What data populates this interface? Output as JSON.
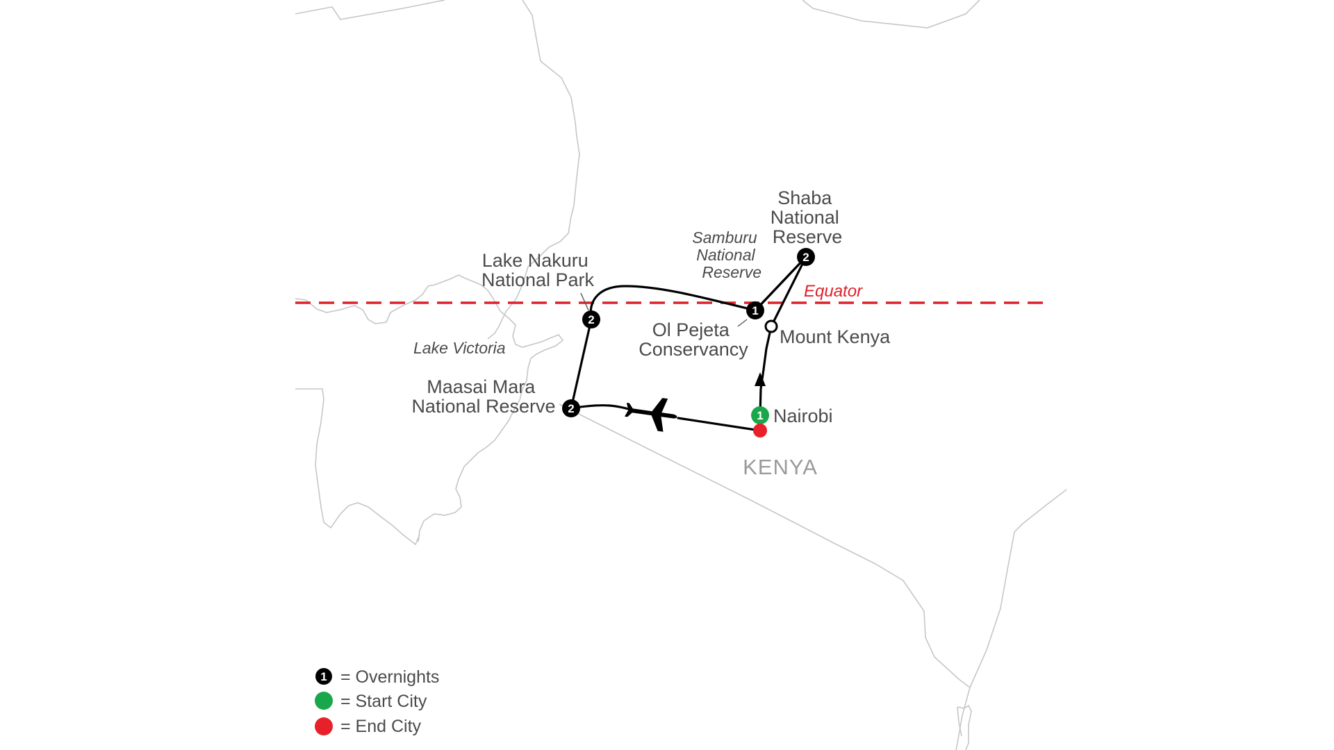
{
  "map": {
    "country": "KENYA",
    "equator_label": "Equator",
    "lake_label": "Lake Victoria",
    "park_label": [
      "Samburu",
      "National",
      "Reserve"
    ],
    "route_color": "#000000",
    "equator_color": "#e0202a",
    "border_color": "#c6c6c6"
  },
  "stops": [
    {
      "id": "nairobi",
      "name": [
        "Nairobi"
      ],
      "overnights": "1",
      "role": "start"
    },
    {
      "id": "mount-kenya",
      "name": [
        "Mount Kenya"
      ],
      "overnights": "",
      "role": "via"
    },
    {
      "id": "ol-pejeta",
      "name": [
        "Ol Pejeta",
        "Conservancy"
      ],
      "overnights": "1",
      "role": "overnight"
    },
    {
      "id": "shaba",
      "name": [
        "Shaba",
        "National",
        "Reserve"
      ],
      "overnights": "2",
      "role": "overnight"
    },
    {
      "id": "lake-nakuru",
      "name": [
        "Lake Nakuru",
        "National Park"
      ],
      "overnights": "2",
      "role": "overnight"
    },
    {
      "id": "maasai-mara",
      "name": [
        "Maasai Mara",
        "National Reserve"
      ],
      "overnights": "2",
      "role": "overnight"
    },
    {
      "id": "nairobi-end",
      "name": [],
      "overnights": "",
      "role": "end"
    }
  ],
  "legend": {
    "overnights_symbol": "1",
    "items": [
      {
        "label": "= Overnights",
        "color": "#000000"
      },
      {
        "label": "= Start City",
        "color": "#1aa64a"
      },
      {
        "label": "= End City",
        "color": "#e8202a"
      }
    ]
  }
}
